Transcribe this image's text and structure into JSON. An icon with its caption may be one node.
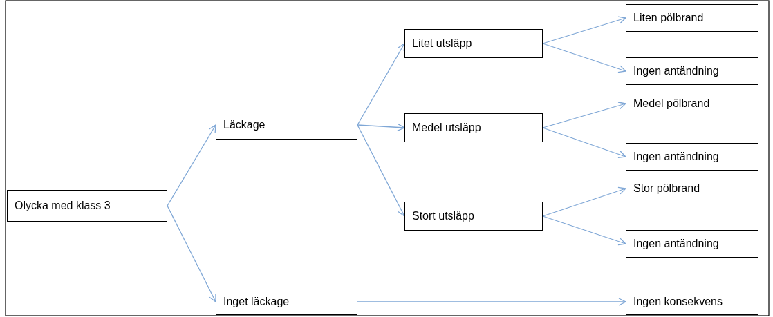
{
  "diagram": {
    "nodes": [
      {
        "text": [
          "Olycka med klass 3"
        ]
      },
      {
        "text": [
          "Läckage"
        ]
      },
      {
        "text": [
          "Inget läckage"
        ]
      },
      {
        "text": [
          "Litet utsläpp"
        ]
      },
      {
        "text": [
          "Medel utsläpp"
        ]
      },
      {
        "text": [
          "Stort utsläpp"
        ]
      },
      {
        "text": [
          "Liten pölbrand"
        ]
      },
      {
        "text": [
          "Ingen antändning"
        ]
      },
      {
        "text": [
          "Medel pölbrand"
        ]
      },
      {
        "text": [
          "Ingen antändning"
        ]
      },
      {
        "text": [
          "Stor pölbrand"
        ]
      },
      {
        "text": [
          "Ingen antändning"
        ]
      },
      {
        "text": [
          "Ingen konsekvens"
        ]
      }
    ],
    "edges": [
      {
        "from": 0,
        "to": 1,
        "arrow": "to"
      },
      {
        "from": 0,
        "to": 2,
        "arrow": "to"
      },
      {
        "from": 1,
        "to": 3,
        "arrow": "to"
      },
      {
        "from": 1,
        "to": 4,
        "arrow": "to"
      },
      {
        "from": 1,
        "to": 5,
        "arrow": "to"
      },
      {
        "from": 3,
        "to": 6,
        "arrow": "to"
      },
      {
        "from": 3,
        "to": 7,
        "arrow": "to"
      },
      {
        "from": 4,
        "to": 8,
        "arrow": "to"
      },
      {
        "from": 4,
        "to": 9,
        "arrow": "to"
      },
      {
        "from": 5,
        "to": 10,
        "arrow": "to"
      },
      {
        "from": 5,
        "to": 11,
        "arrow": "to"
      },
      {
        "from": 2,
        "to": 12,
        "arrow": "to"
      }
    ]
  }
}
